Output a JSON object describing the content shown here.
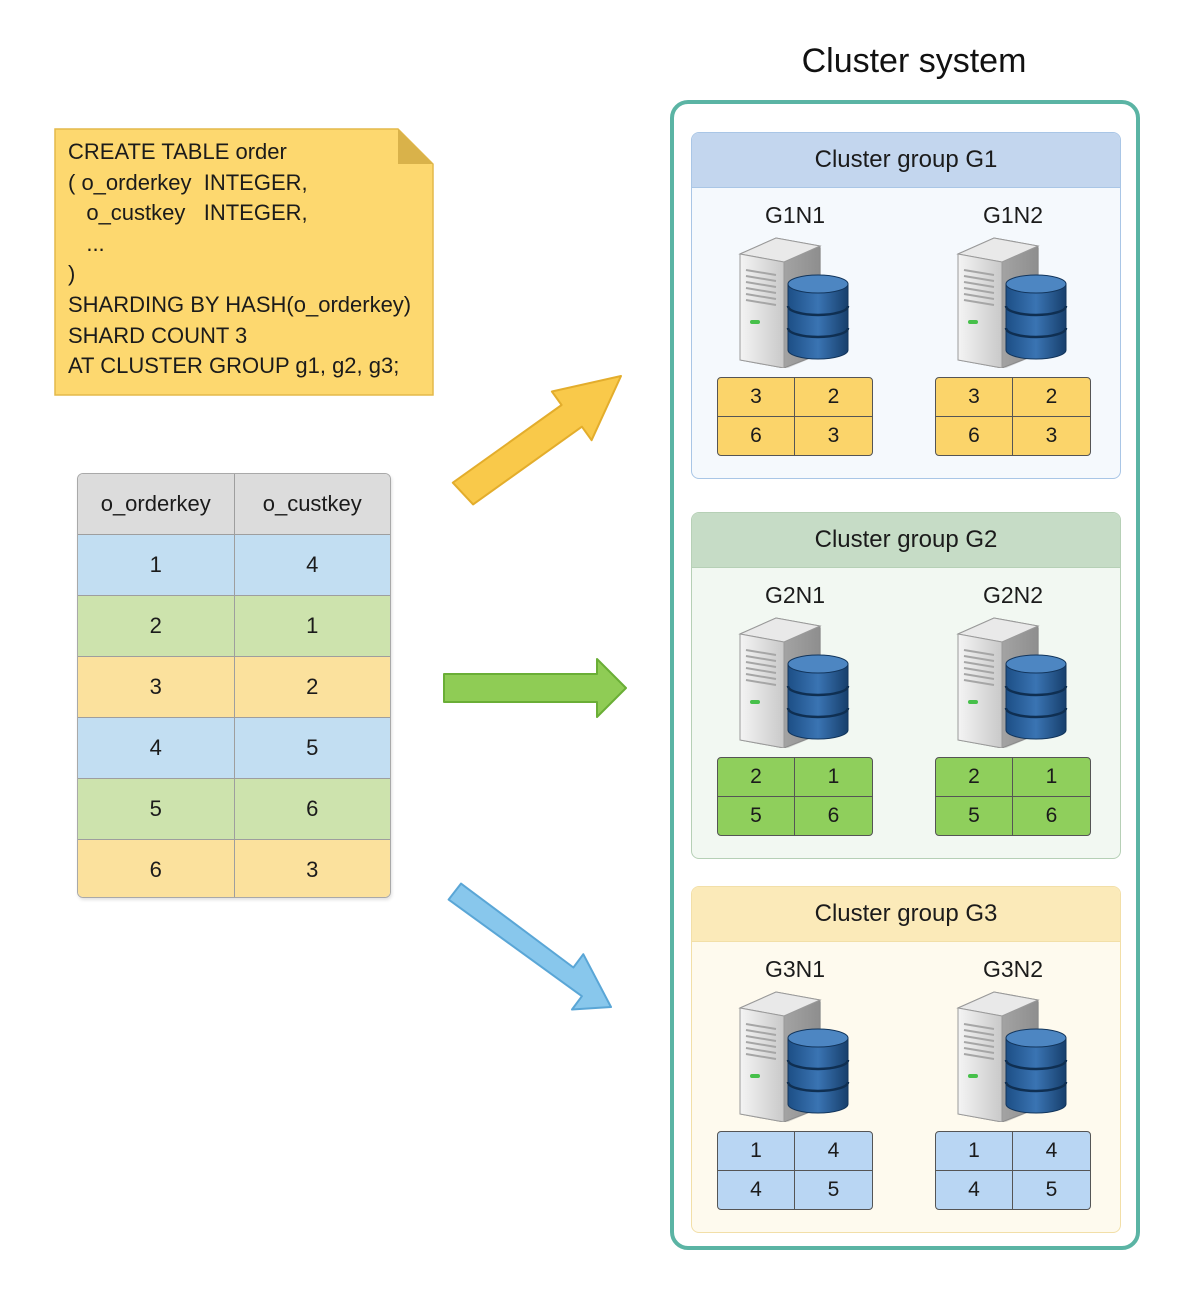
{
  "colors": {
    "yellow_arrow": "#f9c94a",
    "green_arrow": "#8fcc55",
    "blue_arrow": "#88c7ec",
    "frame": "#5bb4a4",
    "note": "#fdd86f"
  },
  "sql": {
    "lines": [
      "CREATE TABLE order",
      "( o_orderkey  INTEGER,",
      "   o_custkey   INTEGER,",
      "   ...",
      ")",
      "SHARDING BY HASH(o_orderkey)",
      "SHARD COUNT 3",
      "AT CLUSTER GROUP g1, g2, g3;"
    ]
  },
  "table": {
    "headers": [
      "o_orderkey",
      "o_custkey"
    ],
    "rows": [
      {
        "orderkey": "1",
        "custkey": "4",
        "color": "blue"
      },
      {
        "orderkey": "2",
        "custkey": "1",
        "color": "green"
      },
      {
        "orderkey": "3",
        "custkey": "2",
        "color": "yellow"
      },
      {
        "orderkey": "4",
        "custkey": "5",
        "color": "blue"
      },
      {
        "orderkey": "5",
        "custkey": "6",
        "color": "green"
      },
      {
        "orderkey": "6",
        "custkey": "3",
        "color": "yellow"
      }
    ]
  },
  "cluster": {
    "title": "Cluster system",
    "groups": [
      {
        "name": "Cluster group G1",
        "color": "yellow",
        "header_bg": "#c3d6ee",
        "body_bg": "#f5f9fd",
        "border": "#a9c6e6",
        "nodes": [
          {
            "label": "G1N1",
            "cells": [
              "3",
              "2",
              "6",
              "3"
            ]
          },
          {
            "label": "G1N2",
            "cells": [
              "3",
              "2",
              "6",
              "3"
            ]
          }
        ]
      },
      {
        "name": "Cluster group G2",
        "color": "green",
        "header_bg": "#c6dcc6",
        "body_bg": "#f2f8f2",
        "border": "#b6d0b6",
        "nodes": [
          {
            "label": "G2N1",
            "cells": [
              "2",
              "1",
              "5",
              "6"
            ]
          },
          {
            "label": "G2N2",
            "cells": [
              "2",
              "1",
              "5",
              "6"
            ]
          }
        ]
      },
      {
        "name": "Cluster group G3",
        "color": "blue",
        "header_bg": "#fbeab9",
        "body_bg": "#fefaee",
        "border": "#f2dfa8",
        "nodes": [
          {
            "label": "G3N1",
            "cells": [
              "1",
              "4",
              "4",
              "5"
            ]
          },
          {
            "label": "G3N2",
            "cells": [
              "1",
              "4",
              "4",
              "5"
            ]
          }
        ]
      }
    ]
  },
  "shard_colors": {
    "yellow": "#fbd46a",
    "green": "#8fcf5c",
    "blue": "#b9d6f3"
  }
}
